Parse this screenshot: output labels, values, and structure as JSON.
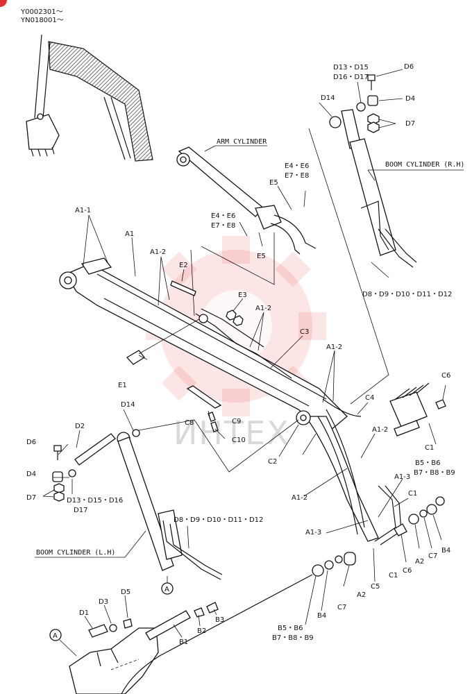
{
  "serial": {
    "line1": "Y0002301～",
    "line2": "YN018001～"
  },
  "titles": {
    "arm_cylinder": "ARM CYLINDER",
    "boom_cylinder_rh": "BOOM CYLINDER (R.H)",
    "boom_cylinder_lh": "BOOM CYLINDER (L.H)"
  },
  "watermark": "ИНТЕХ",
  "callout": "A",
  "parts": {
    "a1": "A1",
    "a1_1": "A1-1",
    "a1_2": "A1-2",
    "a1_3": "A1-3",
    "a2": "A2",
    "b1": "B1",
    "b2": "B2",
    "b3": "B3",
    "b4": "B4",
    "b5_6": "B5・B6",
    "b7_9": "B7・B8・B9",
    "c1": "C1",
    "c2": "C2",
    "c3": "C3",
    "c4": "C4",
    "c5": "C5",
    "c6": "C6",
    "c7": "C7",
    "c8": "C8",
    "c9": "C9",
    "c10": "C10",
    "d1": "D1",
    "d2": "D2",
    "d3": "D3",
    "d4": "D4",
    "d5": "D5",
    "d6": "D6",
    "d7": "D7",
    "d8_12": "D8・D9・D10・D11・D12",
    "d13_15": "D13・D15",
    "d16_17": "D16・D17",
    "d13_16": "D13・D15・D16",
    "d17": "D17",
    "d14": "D14",
    "e1": "E1",
    "e2": "E2",
    "e3": "E3",
    "e4_6": "E4・E6",
    "e7_8": "E7・E8",
    "e5": "E5"
  }
}
